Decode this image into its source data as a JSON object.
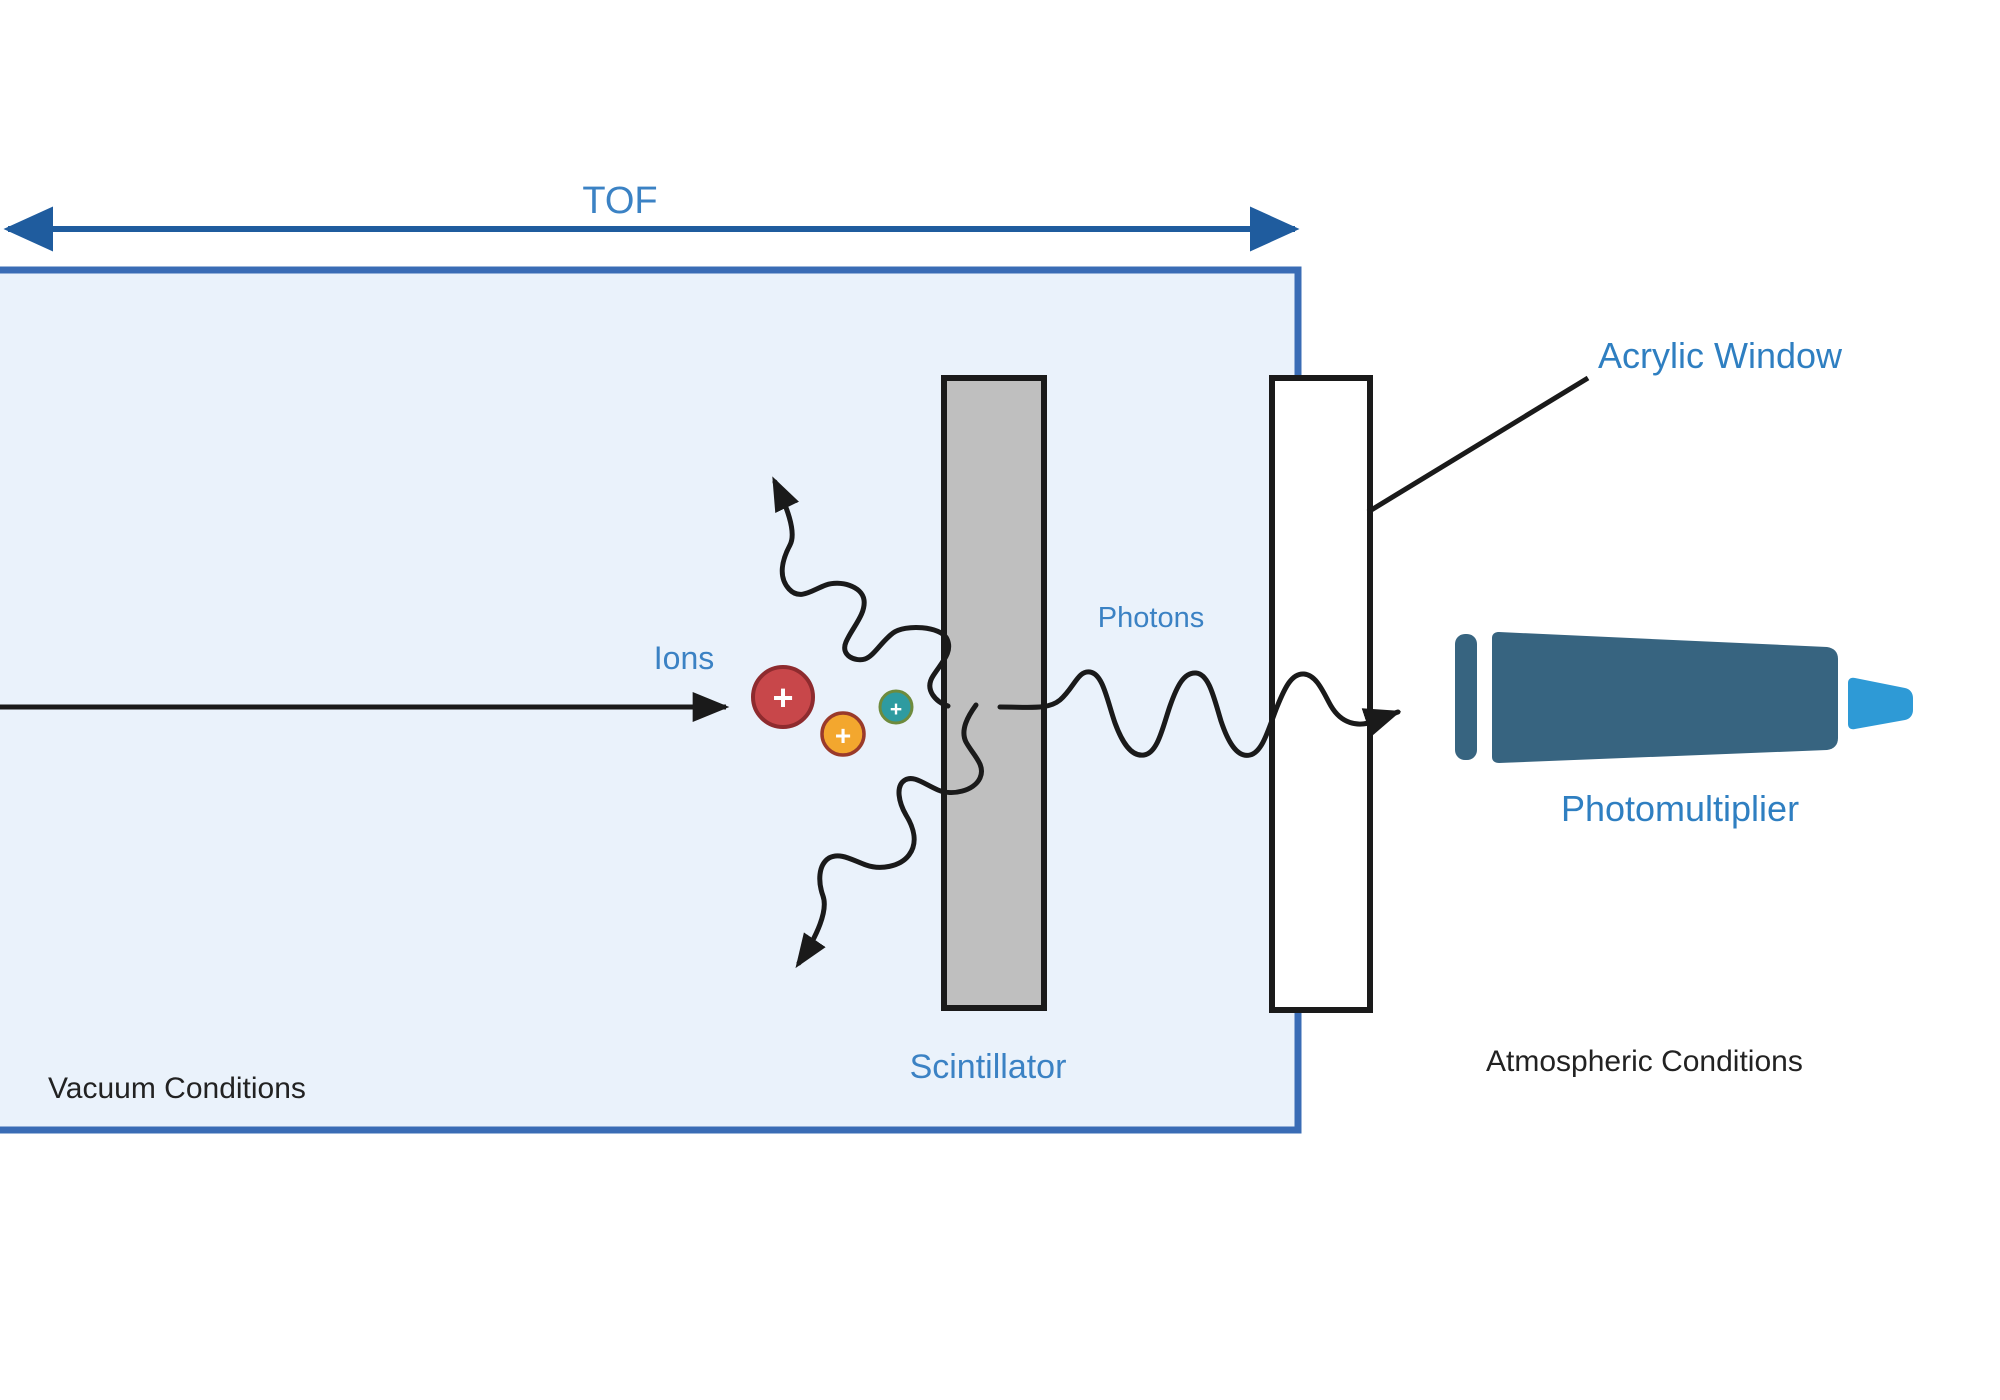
{
  "diagram": {
    "title_label": "TOF",
    "regions": {
      "vacuum_label": "Vacuum Conditions",
      "atmospheric_label": "Atmospheric Conditions"
    },
    "components": {
      "scintillator_label": "Scintillator",
      "acrylic_window_label": "Acrylic Window",
      "photomultiplier_label": "Photomultiplier"
    },
    "particles": {
      "ions_label": "Ions",
      "photons_label": "Photons",
      "charge_symbol": "+",
      "ion_items": [
        {
          "name": "ion-large-red",
          "charge": "+",
          "fill": "#c8474a",
          "stroke": "#8e2b2e"
        },
        {
          "name": "ion-medium-orange",
          "charge": "+",
          "fill": "#f3a72e",
          "stroke": "#9a3a2a"
        },
        {
          "name": "ion-small-teal",
          "charge": "+",
          "fill": "#2e9ba0",
          "stroke": "#6e8b3d"
        }
      ]
    },
    "colors": {
      "accent_blue": "#3b82c4",
      "dark_blue": "#1f5c9e",
      "vacuum_fill": "#eaf2fb",
      "vacuum_border": "#3a6cb5",
      "scintillator_fill": "#bfbfbf",
      "scintillator_stroke": "#1a1a1a",
      "window_fill": "#ffffff",
      "window_stroke": "#1a1a1a",
      "pmt_body": "#376480",
      "pmt_cap": "#2e9ad6",
      "text_dark": "#222222",
      "line_black": "#1a1a1a"
    }
  }
}
